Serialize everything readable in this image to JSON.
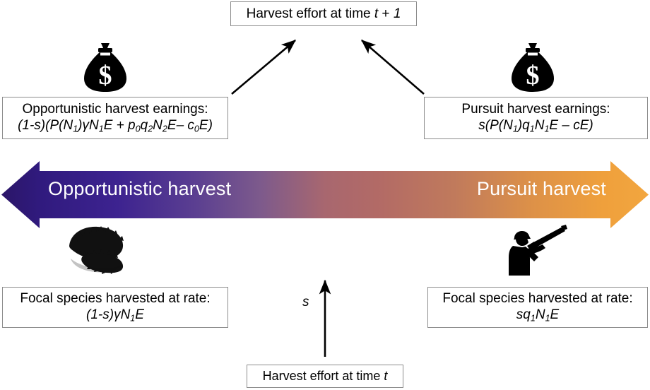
{
  "figure": {
    "type": "flow-diagram",
    "title": "Opportunistic vs Pursuit harvest allocation diagram"
  },
  "boxes": {
    "top": {
      "label": "Harvest effort at time t + 1",
      "text_plain": "Harvest effort at time t + 1",
      "italic_part": "t + 1"
    },
    "bottom": {
      "label": "Harvest effort at time t",
      "text_plain": "Harvest effort at time t",
      "italic_part": "t"
    },
    "opportunistic_earnings": {
      "heading": "Opportunistic harvest earnings:",
      "equation": "(1-s)(P(N1)γN1E + p0q2N2E– c0E)"
    },
    "pursuit_earnings": {
      "heading": "Pursuit harvest earnings:",
      "equation": "s(P(N1)q1N1E – cE)"
    },
    "opportunistic_rate": {
      "heading": "Focal species harvested at rate:",
      "equation": "(1-s)γN1E"
    },
    "pursuit_rate": {
      "heading": "Focal species harvested at rate:",
      "equation": "sq1N1E"
    }
  },
  "band": {
    "left_label": "Opportunistic harvest",
    "right_label": "Pursuit harvest",
    "left_color": "#2e1a7a",
    "mid_color": "#b06b66",
    "right_color": "#f0a03c",
    "text_color": "#ffffff",
    "direction": "double-headed"
  },
  "connectors": {
    "split_label": "s",
    "arrows": [
      {
        "name": "opportunistic-to-top",
        "from": "opportunistic harvest earnings",
        "to": "harvest effort at time t + 1"
      },
      {
        "name": "pursuit-to-top",
        "from": "pursuit harvest earnings",
        "to": "harvest effort at time t + 1"
      },
      {
        "name": "effort-to-band",
        "from": "harvest effort at time t",
        "to": "harvest allocation band",
        "label": "s"
      }
    ]
  },
  "icons": {
    "moneybag_left": "money-bag-icon",
    "moneybag_right": "money-bag-icon",
    "trap": "leghold-trap-icon",
    "hunter": "hunter-with-shotgun-icon"
  }
}
